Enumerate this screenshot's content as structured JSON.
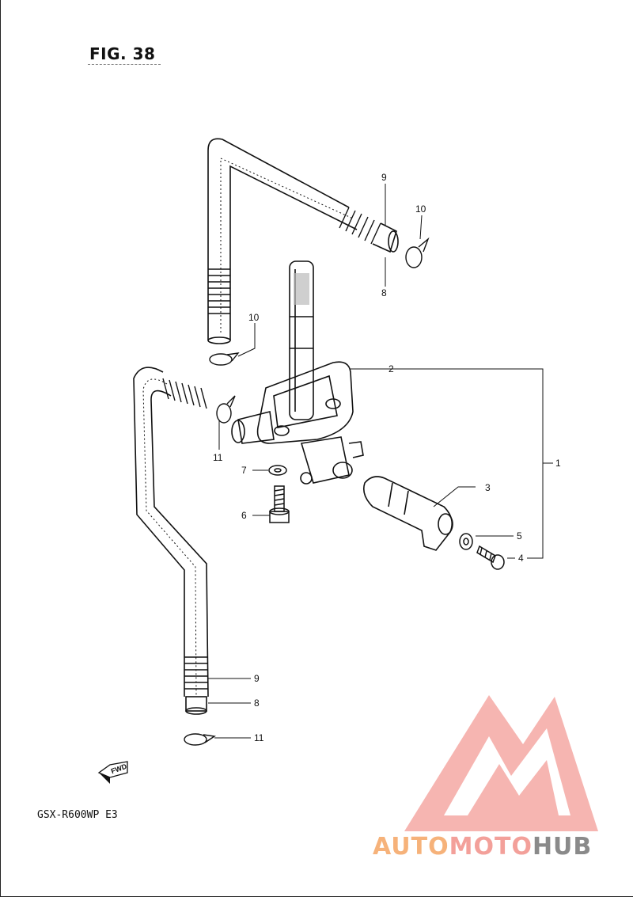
{
  "figure": {
    "title": "FIG. 38",
    "model": "GSX-R600WP  E3"
  },
  "fwd_label": "FWD",
  "callouts": [
    {
      "id": "c9a",
      "text": "9"
    },
    {
      "id": "c10a",
      "text": "10"
    },
    {
      "id": "c8a",
      "text": "8"
    },
    {
      "id": "c10b",
      "text": "10"
    },
    {
      "id": "c2",
      "text": "2"
    },
    {
      "id": "c1",
      "text": "1"
    },
    {
      "id": "c11a",
      "text": "11"
    },
    {
      "id": "c7",
      "text": "7"
    },
    {
      "id": "c3",
      "text": "3"
    },
    {
      "id": "c6",
      "text": "6"
    },
    {
      "id": "c5",
      "text": "5"
    },
    {
      "id": "c4",
      "text": "4"
    },
    {
      "id": "c9b",
      "text": "9"
    },
    {
      "id": "c8b",
      "text": "8"
    },
    {
      "id": "c11b",
      "text": "11"
    }
  ],
  "watermark": {
    "part1": "AUTO",
    "part2": "MOTO",
    "part3": "HUB",
    "colors": {
      "orange": "#f6b27a",
      "red": "#f3a09a",
      "gray": "#8a8a8a"
    }
  }
}
